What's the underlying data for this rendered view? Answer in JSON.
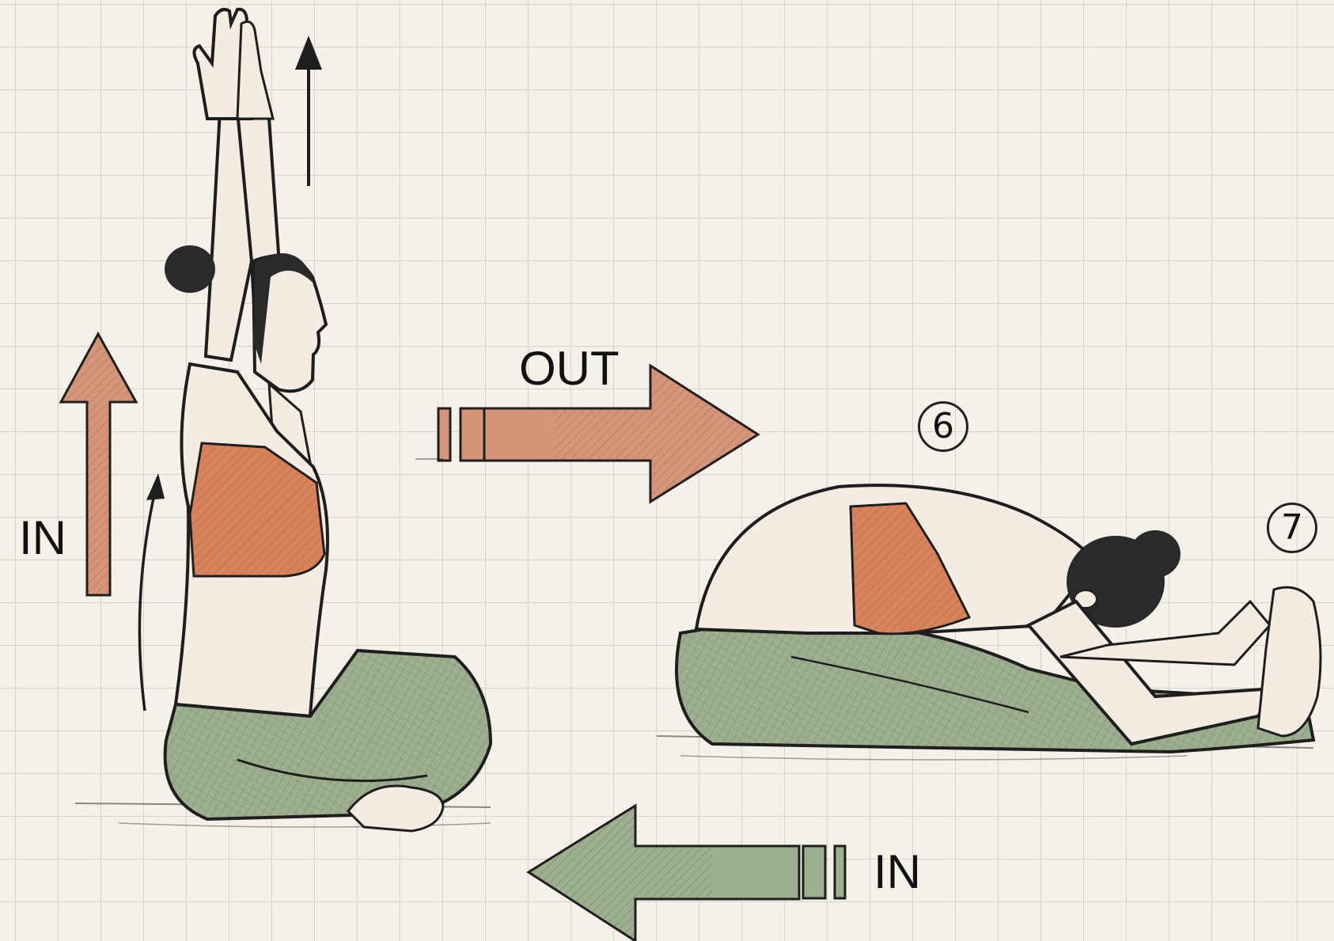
{
  "labels": {
    "left_in": "IN",
    "out": "OUT",
    "bottom_in": "IN"
  },
  "steps": {
    "step6": "6",
    "step7": "7"
  },
  "colors": {
    "background": "#f5f1e8",
    "grid": "#d9d3c7",
    "terracotta": "#d4957a",
    "sports_bra": "#d9835c",
    "leggings_green": "#9daf8f",
    "skin": "#f4ece2",
    "ink": "#1e1e1e"
  },
  "icons": {
    "up_arrow": "thin-up-arrow-icon",
    "curved_arrow": "curved-up-arrow-icon",
    "in_arrow": "inhale-up-arrow-icon",
    "out_arrow": "exhale-right-arrow-icon",
    "bottom_arrow": "inhale-left-arrow-icon"
  }
}
